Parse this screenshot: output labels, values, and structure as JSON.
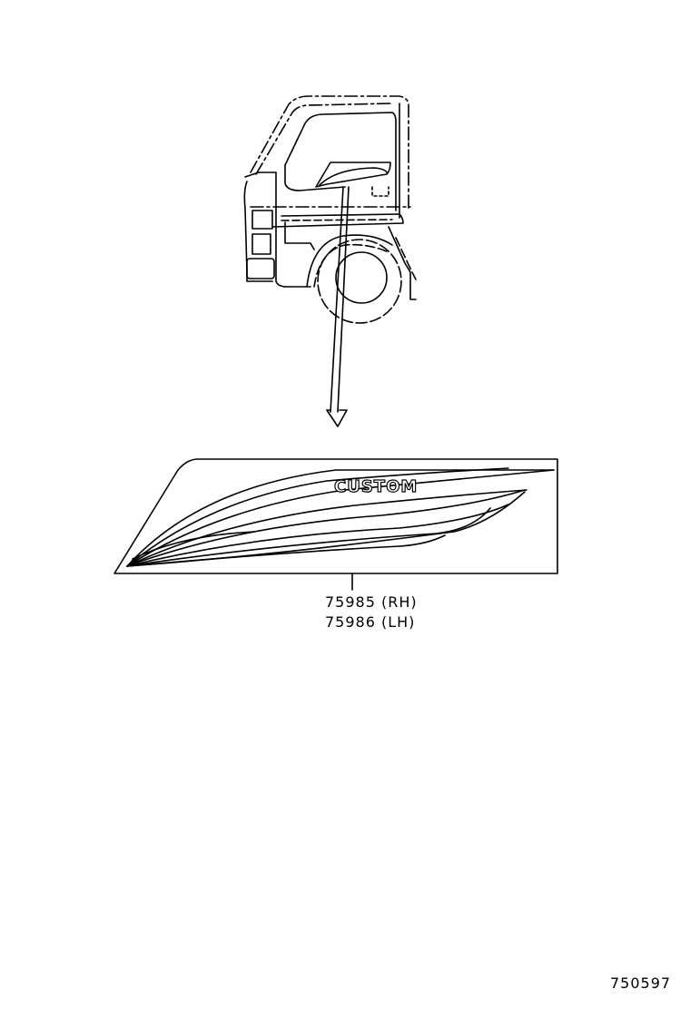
{
  "diagram": {
    "subject": "Truck cab door side stripe decal",
    "emblem_text": "CUSTOM",
    "parts": [
      {
        "number": "75985",
        "side": "(RH)",
        "label": "75985 (RH)"
      },
      {
        "number": "75986",
        "side": "(LH)",
        "label": "75986 (LH)"
      }
    ],
    "diagram_id": "750597",
    "colors": {
      "line": "#000000",
      "background": "#ffffff"
    }
  }
}
